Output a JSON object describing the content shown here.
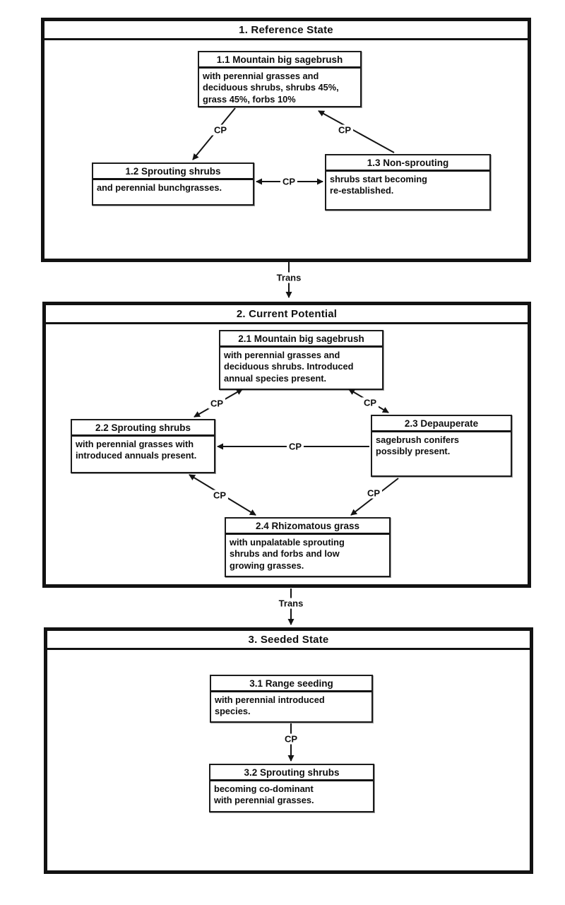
{
  "labels": {
    "cp": "CP",
    "trans": "Trans"
  },
  "colors": {
    "ink": "#141414",
    "paper": "#ffffff"
  },
  "sections": [
    {
      "title": "1. Reference State",
      "boxes": [
        {
          "id": "1.1",
          "title": "1.1 Mountain big sagebrush",
          "body": "with perennial grasses and\ndeciduous shrubs, shrubs 45%,\ngrass 45%, forbs 10%"
        },
        {
          "id": "1.2",
          "title": "1.2 Sprouting shrubs",
          "body": "and perennial bunchgrasses."
        },
        {
          "id": "1.3",
          "title": "1.3 Non-sprouting",
          "body": "shrubs start becoming\nre-established."
        }
      ]
    },
    {
      "title": "2. Current Potential",
      "boxes": [
        {
          "id": "2.1",
          "title": "2.1 Mountain big sagebrush",
          "body": "with perennial grasses and\ndeciduous shrubs. Introduced\nannual species present."
        },
        {
          "id": "2.2",
          "title": "2.2 Sprouting shrubs",
          "body": "with perennial grasses with\nintroduced annuals present."
        },
        {
          "id": "2.3",
          "title": "2.3 Depauperate",
          "body": "sagebrush conifers\npossibly present."
        },
        {
          "id": "2.4",
          "title": "2.4 Rhizomatous grass",
          "body": "with unpalatable sprouting\nshrubs and forbs and low\ngrowing grasses."
        }
      ]
    },
    {
      "title": "3. Seeded State",
      "boxes": [
        {
          "id": "3.1",
          "title": "3.1 Range seeding",
          "body": "with perennial introduced\nspecies."
        },
        {
          "id": "3.2",
          "title": "3.2 Sprouting shrubs",
          "body": "becoming co-dominant\nwith perennial grasses."
        }
      ]
    }
  ],
  "edges": [
    {
      "from": "1.1",
      "to": "1.2",
      "label": "CP",
      "bidirectional": false
    },
    {
      "from": "1.3",
      "to": "1.1",
      "label": "CP",
      "bidirectional": false
    },
    {
      "from": "1.2",
      "to": "1.3",
      "label": "CP",
      "bidirectional": true
    },
    {
      "from": "1. Reference State",
      "to": "2. Current Potential",
      "label": "Trans",
      "bidirectional": false
    },
    {
      "from": "2.1",
      "to": "2.2",
      "label": "CP",
      "bidirectional": true
    },
    {
      "from": "2.1",
      "to": "2.3",
      "label": "CP",
      "bidirectional": true
    },
    {
      "from": "2.3",
      "to": "2.2",
      "label": "CP",
      "bidirectional": false
    },
    {
      "from": "2.2",
      "to": "2.4",
      "label": "CP",
      "bidirectional": true
    },
    {
      "from": "2.3",
      "to": "2.4",
      "label": "CP",
      "bidirectional": false
    },
    {
      "from": "2. Current Potential",
      "to": "3. Seeded State",
      "label": "Trans",
      "bidirectional": false
    },
    {
      "from": "3.1",
      "to": "3.2",
      "label": "CP",
      "bidirectional": false
    }
  ]
}
